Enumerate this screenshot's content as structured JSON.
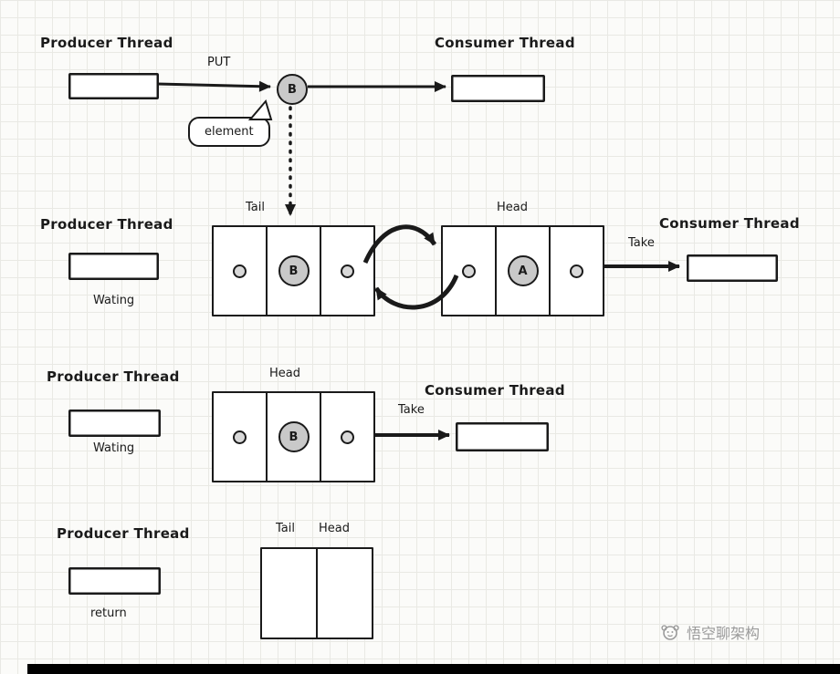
{
  "colors": {
    "stroke": "#1a1a1a",
    "circle_fill": "#c9c9c9",
    "dot_fill": "#d8d8d8",
    "watermark": "#9b9b9b"
  },
  "row1": {
    "producer_label": "Producer Thread",
    "consumer_label": "Consumer Thread",
    "put_label": "PUT",
    "element_bubble_text": "element",
    "item_letter": "B"
  },
  "row2": {
    "producer_label": "Producer Thread",
    "consumer_label": "Consumer Thread",
    "waiting_label": "Wating",
    "tail_label": "Tail",
    "head_label": "Head",
    "take_label": "Take",
    "queue1_item_letter": "B",
    "queue2_item_letter": "A"
  },
  "row3": {
    "producer_label": "Producer Thread",
    "consumer_label": "Consumer Thread",
    "waiting_label": "Wating",
    "head_label": "Head",
    "take_label": "Take",
    "queue_item_letter": "B"
  },
  "row4": {
    "producer_label": "Producer Thread",
    "return_label": "return",
    "tail_label": "Tail",
    "head_label": "Head"
  },
  "watermark": {
    "text": "悟空聊架构"
  }
}
